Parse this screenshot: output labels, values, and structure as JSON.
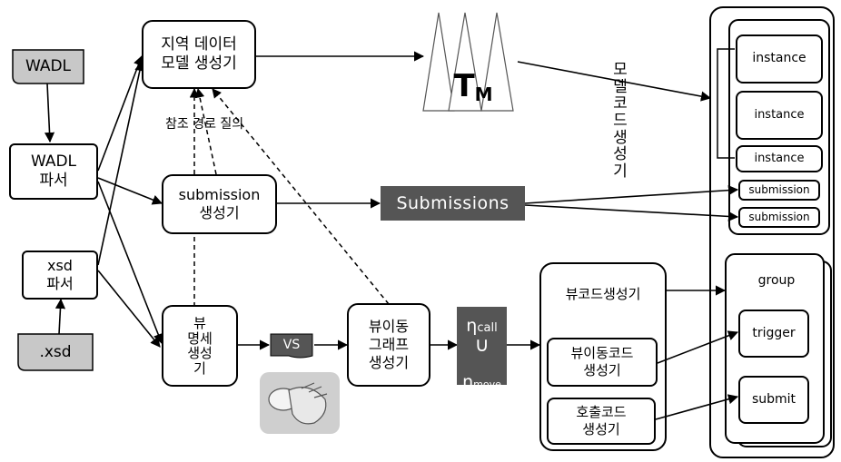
{
  "inputs": {
    "wadl": "WADL",
    "xsd": ".xsd"
  },
  "nodes": {
    "wadl_parser": "WADL\n파서",
    "xsd_parser": "xsd\n파서",
    "local_data_model_generator": "지역 데이터\n모델 생성기",
    "submission_generator": "submission\n생성기",
    "view_spec_generator": "뷰\n명세\n생성\n기",
    "view_flow_graph_generator": "뷰이동\n그래프\n생성기",
    "view_code_generator": "뷰코드생성기",
    "view_flow_code_generator": "뷰이동코드\n생성기",
    "call_code_generator": "호출코드\n생성기"
  },
  "labels": {
    "reference_path_query": "참조 경로 질의",
    "model_code_generator": "모\n델\n코\n드\n생\n성\n기",
    "vs": "VS",
    "submissions": "Submissions",
    "tm_main": "T",
    "tm_sub": "M",
    "eta_call": "η",
    "eta_call_sub": "call",
    "union": "∪",
    "eta_move": "η",
    "eta_move_sub": "move"
  },
  "output": {
    "instances": [
      "instance",
      "instance",
      "instance"
    ],
    "submissions": [
      "submission",
      "submission"
    ],
    "group": "group",
    "trigger": "trigger",
    "submit": "submit"
  },
  "colors": {
    "input_doc_fill": "#c8c8c8",
    "dark_box_fill": "#555555",
    "dark_box_text": "#ffffff",
    "line": "#000000"
  }
}
